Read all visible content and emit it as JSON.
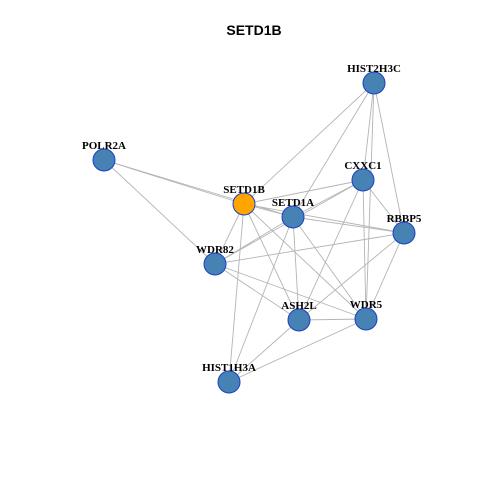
{
  "title": "SETD1B",
  "colors": {
    "highlight_node": "#FFA500",
    "default_node": "#4682B4",
    "node_border": "#1A3FC4",
    "edge": "#B4B4B4"
  },
  "nodes": [
    {
      "id": "SETD1B",
      "label": "SETD1B",
      "highlight": true
    },
    {
      "id": "HIST2H3C",
      "label": "HIST2H3C",
      "highlight": false
    },
    {
      "id": "POLR2A",
      "label": "POLR2A",
      "highlight": false
    },
    {
      "id": "CXXC1",
      "label": "CXXC1",
      "highlight": false
    },
    {
      "id": "SETD1A",
      "label": "SETD1A",
      "highlight": false
    },
    {
      "id": "RBBP5",
      "label": "RBBP5",
      "highlight": false
    },
    {
      "id": "WDR82",
      "label": "WDR82",
      "highlight": false
    },
    {
      "id": "ASH2L",
      "label": "ASH2L",
      "highlight": false
    },
    {
      "id": "WDR5",
      "label": "WDR5",
      "highlight": false
    },
    {
      "id": "HIST1H3A",
      "label": "HIST1H3A",
      "highlight": false
    }
  ],
  "edges": [
    [
      "SETD1B",
      "HIST2H3C"
    ],
    [
      "SETD1B",
      "POLR2A"
    ],
    [
      "SETD1B",
      "CXXC1"
    ],
    [
      "SETD1B",
      "SETD1A"
    ],
    [
      "SETD1B",
      "RBBP5"
    ],
    [
      "SETD1B",
      "WDR82"
    ],
    [
      "SETD1B",
      "ASH2L"
    ],
    [
      "SETD1B",
      "WDR5"
    ],
    [
      "SETD1B",
      "HIST1H3A"
    ],
    [
      "HIST2H3C",
      "CXXC1"
    ],
    [
      "HIST2H3C",
      "SETD1A"
    ],
    [
      "HIST2H3C",
      "RBBP5"
    ],
    [
      "HIST2H3C",
      "WDR5"
    ],
    [
      "POLR2A",
      "SETD1A"
    ],
    [
      "POLR2A",
      "WDR82"
    ],
    [
      "CXXC1",
      "SETD1A"
    ],
    [
      "CXXC1",
      "RBBP5"
    ],
    [
      "CXXC1",
      "WDR82"
    ],
    [
      "CXXC1",
      "ASH2L"
    ],
    [
      "CXXC1",
      "WDR5"
    ],
    [
      "SETD1A",
      "RBBP5"
    ],
    [
      "SETD1A",
      "WDR82"
    ],
    [
      "SETD1A",
      "ASH2L"
    ],
    [
      "SETD1A",
      "WDR5"
    ],
    [
      "SETD1A",
      "HIST1H3A"
    ],
    [
      "RBBP5",
      "WDR82"
    ],
    [
      "RBBP5",
      "ASH2L"
    ],
    [
      "RBBP5",
      "WDR5"
    ],
    [
      "WDR82",
      "ASH2L"
    ],
    [
      "WDR82",
      "WDR5"
    ],
    [
      "ASH2L",
      "WDR5"
    ],
    [
      "ASH2L",
      "HIST1H3A"
    ],
    [
      "WDR5",
      "HIST1H3A"
    ]
  ]
}
